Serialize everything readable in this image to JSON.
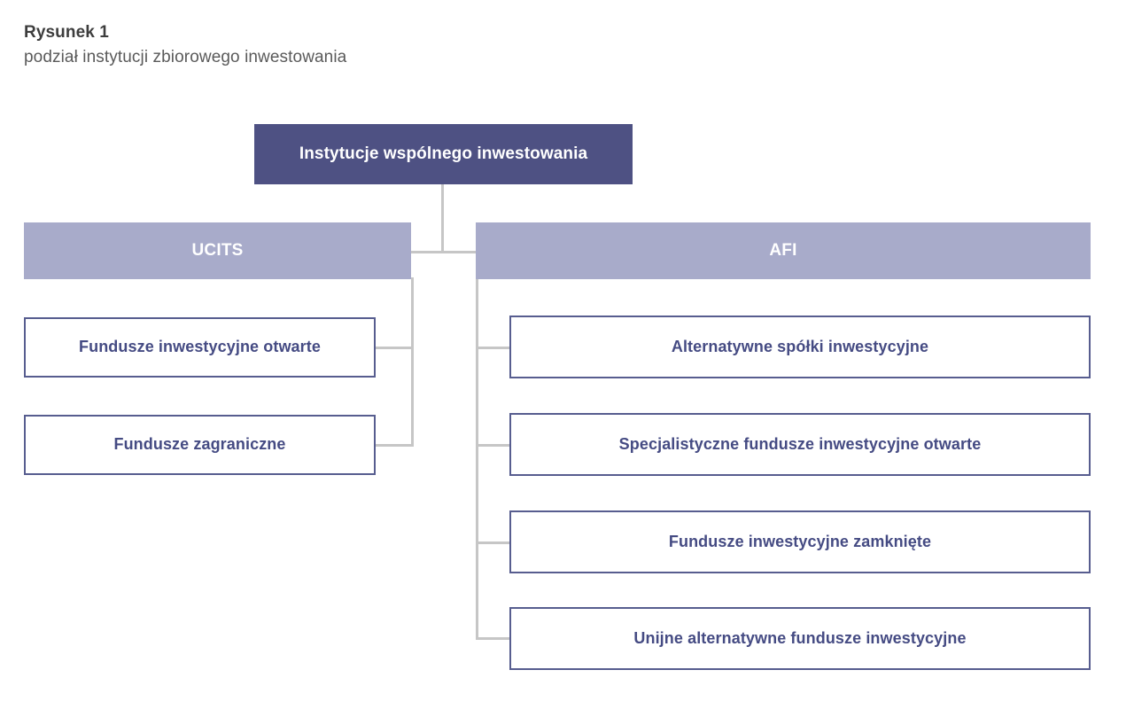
{
  "caption": {
    "title": "Rysunek 1",
    "subtitle": "podział instytucji zbiorowego inwestowania"
  },
  "colors": {
    "root_fill": "#4e5183",
    "group_fill": "#a8abca",
    "leaf_border": "#575d8f",
    "leaf_text": "#454b83",
    "connector": "#c6c6c6",
    "title_text": "#3d3d3d",
    "subtitle_text": "#5a5a5a",
    "node_text_on_fill": "#ffffff",
    "page_background": "#ffffff"
  },
  "chart_data": {
    "type": "diagram",
    "title": "podział instytucji zbiorowego inwestowania",
    "orientation": "top-down tree with two branches",
    "root": "Instytucje wspólnego inwestowania",
    "branches": [
      {
        "label": "UCITS",
        "side": "left",
        "children": [
          "Fundusze inwestycyjne otwarte",
          "Fundusze zagraniczne"
        ]
      },
      {
        "label": "AFI",
        "side": "right",
        "children": [
          "Alternatywne spółki inwestycyjne",
          "Specjalistyczne fundusze inwestycyjne otwarte",
          "Fundusze inwestycyjne zamknięte",
          "Unijne alternatywne fundusze inwestycyjne"
        ]
      }
    ]
  },
  "diagram": {
    "root": {
      "label": "Instytucje wspólnego inwestowania"
    },
    "left_group": {
      "label": "UCITS",
      "children": [
        {
          "label": "Fundusze inwestycyjne otwarte"
        },
        {
          "label": "Fundusze zagraniczne"
        }
      ]
    },
    "right_group": {
      "label": "AFI",
      "children": [
        {
          "label": "Alternatywne spółki inwestycyjne"
        },
        {
          "label": "Specjalistyczne fundusze inwestycyjne otwarte"
        },
        {
          "label": "Fundusze inwestycyjne zamknięte"
        },
        {
          "label": "Unijne alternatywne fundusze inwestycyjne"
        }
      ]
    }
  }
}
